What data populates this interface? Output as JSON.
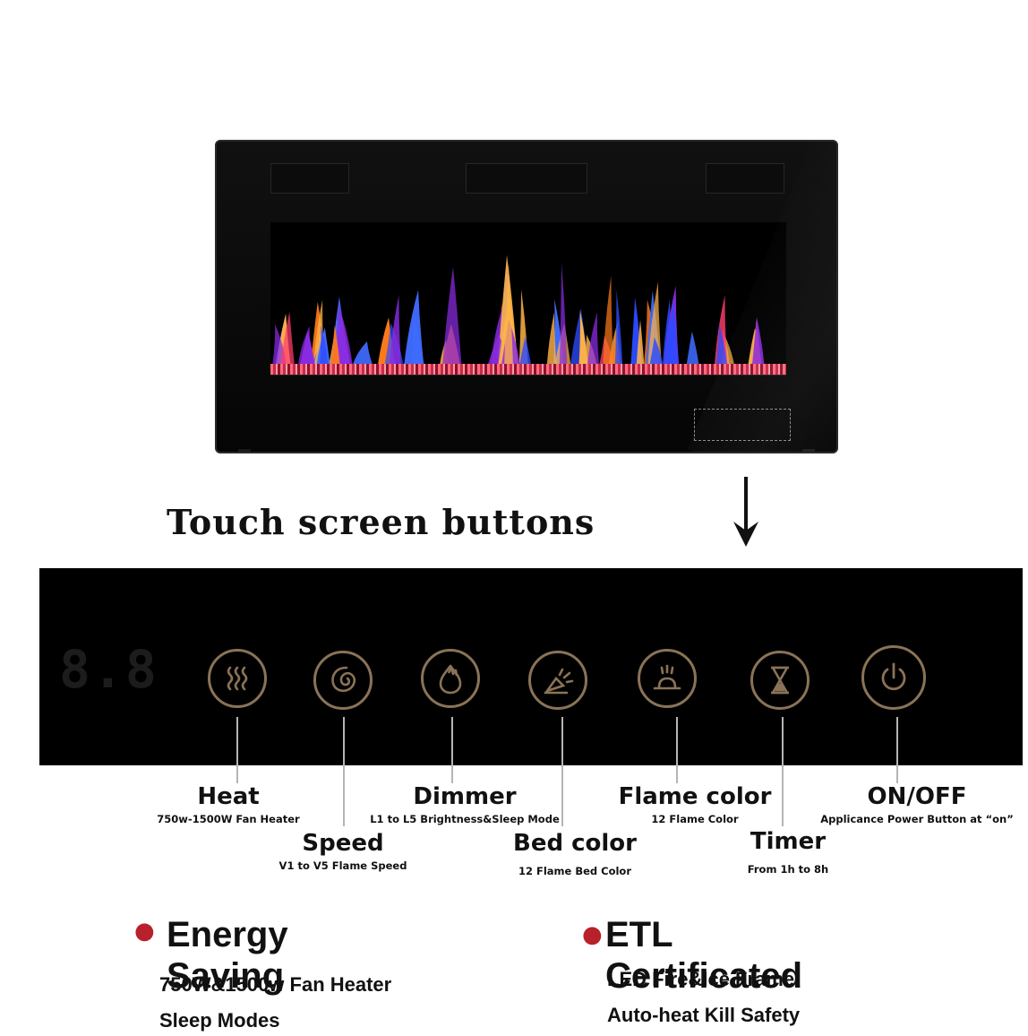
{
  "title": "Touch screen buttons",
  "display": {
    "readout": "8.8"
  },
  "buttons": [
    {
      "icon": "heat-waves-icon",
      "name": "Heat",
      "desc": "750w-1500W Fan Heater"
    },
    {
      "icon": "spiral-icon",
      "name": "Speed",
      "desc": "V1 to V5 Flame Speed"
    },
    {
      "icon": "flame-drop-icon",
      "name": "Dimmer",
      "desc": "L1 to L5 Brightness&Sleep Mode"
    },
    {
      "icon": "bed-light-icon",
      "name": "Bed color",
      "desc": "12 Flame Bed Color"
    },
    {
      "icon": "flame-color-icon",
      "name": "Flame color",
      "desc": "12 Flame Color"
    },
    {
      "icon": "hourglass-icon",
      "name": "Timer",
      "desc": "From 1h to 8h"
    },
    {
      "icon": "power-icon",
      "name": "ON/OFF",
      "desc": "Applicance Power Button at “on”"
    }
  ],
  "features": [
    {
      "title": "Energy Saving",
      "lines": [
        "750W&1500w Fan Heater",
        "Sleep Modes"
      ]
    },
    {
      "title": "ETL Certificated",
      "lines": [
        "LED Fire&Ice Frame",
        "Auto-heat Kill Safety"
      ]
    }
  ],
  "colors": {
    "panel": "#000000",
    "button_ring": "#8a7356",
    "bullet": "#b8202b",
    "flame_blue": "#2d4bff",
    "flame_orange": "#ff7a1a"
  }
}
